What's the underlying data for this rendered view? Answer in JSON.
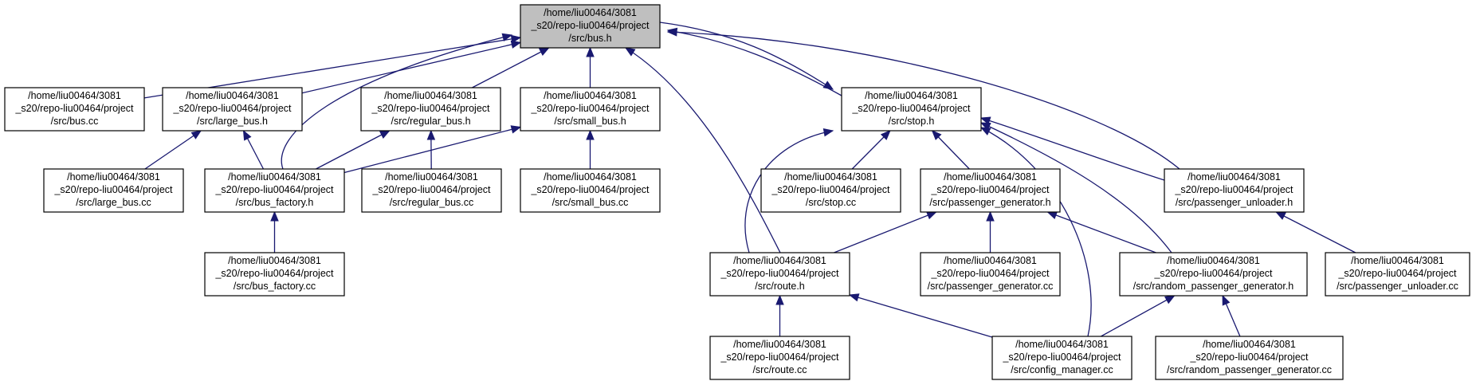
{
  "diagram": {
    "nodes": [
      {
        "id": "bus_h",
        "lines": [
          "/home/liu00464/3081",
          "_s20/repo-liu00464/project",
          "/src/bus.h"
        ],
        "focus": true
      },
      {
        "id": "bus_cc",
        "lines": [
          "/home/liu00464/3081",
          "_s20/repo-liu00464/project",
          "/src/bus.cc"
        ]
      },
      {
        "id": "large_bus_h",
        "lines": [
          "/home/liu00464/3081",
          "_s20/repo-liu00464/project",
          "/src/large_bus.h"
        ]
      },
      {
        "id": "regular_bus_h",
        "lines": [
          "/home/liu00464/3081",
          "_s20/repo-liu00464/project",
          "/src/regular_bus.h"
        ]
      },
      {
        "id": "small_bus_h",
        "lines": [
          "/home/liu00464/3081",
          "_s20/repo-liu00464/project",
          "/src/small_bus.h"
        ]
      },
      {
        "id": "stop_h",
        "lines": [
          "/home/liu00464/3081",
          "_s20/repo-liu00464/project",
          "/src/stop.h"
        ]
      },
      {
        "id": "large_bus_cc",
        "lines": [
          "/home/liu00464/3081",
          "_s20/repo-liu00464/project",
          "/src/large_bus.cc"
        ]
      },
      {
        "id": "bus_factory_h",
        "lines": [
          "/home/liu00464/3081",
          "_s20/repo-liu00464/project",
          "/src/bus_factory.h"
        ]
      },
      {
        "id": "regular_bus_cc",
        "lines": [
          "/home/liu00464/3081",
          "_s20/repo-liu00464/project",
          "/src/regular_bus.cc"
        ]
      },
      {
        "id": "small_bus_cc",
        "lines": [
          "/home/liu00464/3081",
          "_s20/repo-liu00464/project",
          "/src/small_bus.cc"
        ]
      },
      {
        "id": "stop_cc",
        "lines": [
          "/home/liu00464/3081",
          "_s20/repo-liu00464/project",
          "/src/stop.cc"
        ]
      },
      {
        "id": "passenger_generator_h",
        "lines": [
          "/home/liu00464/3081",
          "_s20/repo-liu00464/project",
          "/src/passenger_generator.h"
        ]
      },
      {
        "id": "passenger_unloader_h",
        "lines": [
          "/home/liu00464/3081",
          "_s20/repo-liu00464/project",
          "/src/passenger_unloader.h"
        ]
      },
      {
        "id": "bus_factory_cc",
        "lines": [
          "/home/liu00464/3081",
          "_s20/repo-liu00464/project",
          "/src/bus_factory.cc"
        ]
      },
      {
        "id": "route_h",
        "lines": [
          "/home/liu00464/3081",
          "_s20/repo-liu00464/project",
          "/src/route.h"
        ]
      },
      {
        "id": "passenger_generator_cc",
        "lines": [
          "/home/liu00464/3081",
          "_s20/repo-liu00464/project",
          "/src/passenger_generator.cc"
        ]
      },
      {
        "id": "random_passenger_generator_h",
        "lines": [
          "/home/liu00464/3081",
          "_s20/repo-liu00464/project",
          "/src/random_passenger_generator.h"
        ]
      },
      {
        "id": "passenger_unloader_cc",
        "lines": [
          "/home/liu00464/3081",
          "_s20/repo-liu00464/project",
          "/src/passenger_unloader.cc"
        ]
      },
      {
        "id": "route_cc",
        "lines": [
          "/home/liu00464/3081",
          "_s20/repo-liu00464/project",
          "/src/route.cc"
        ]
      },
      {
        "id": "config_manager_cc",
        "lines": [
          "/home/liu00464/3081",
          "_s20/repo-liu00464/project",
          "/src/config_manager.cc"
        ]
      },
      {
        "id": "random_passenger_generator_cc",
        "lines": [
          "/home/liu00464/3081",
          "_s20/repo-liu00464/project",
          "/src/random_passenger_generator.cc"
        ]
      }
    ],
    "edges": [
      {
        "from": "bus_cc",
        "to": "bus_h"
      },
      {
        "from": "large_bus_h",
        "to": "bus_h"
      },
      {
        "from": "bus_factory_h",
        "to": "bus_h"
      },
      {
        "from": "regular_bus_h",
        "to": "bus_h"
      },
      {
        "from": "small_bus_h",
        "to": "bus_h"
      },
      {
        "from": "stop_h",
        "to": "bus_h"
      },
      {
        "from": "bus_h",
        "to": "stop_h"
      },
      {
        "from": "passenger_unloader_h",
        "to": "bus_h"
      },
      {
        "from": "route_h",
        "to": "bus_h"
      },
      {
        "from": "large_bus_cc",
        "to": "large_bus_h"
      },
      {
        "from": "bus_factory_h",
        "to": "large_bus_h"
      },
      {
        "from": "bus_factory_h",
        "to": "regular_bus_h"
      },
      {
        "from": "regular_bus_cc",
        "to": "regular_bus_h"
      },
      {
        "from": "bus_factory_h",
        "to": "small_bus_h"
      },
      {
        "from": "small_bus_cc",
        "to": "small_bus_h"
      },
      {
        "from": "bus_factory_cc",
        "to": "bus_factory_h"
      },
      {
        "from": "stop_cc",
        "to": "stop_h"
      },
      {
        "from": "passenger_generator_h",
        "to": "stop_h"
      },
      {
        "from": "passenger_unloader_h",
        "to": "stop_h"
      },
      {
        "from": "route_h",
        "to": "stop_h"
      },
      {
        "from": "random_passenger_generator_h",
        "to": "stop_h"
      },
      {
        "from": "config_manager_cc",
        "to": "stop_h"
      },
      {
        "from": "route_h",
        "to": "passenger_generator_h"
      },
      {
        "from": "passenger_generator_cc",
        "to": "passenger_generator_h"
      },
      {
        "from": "random_passenger_generator_h",
        "to": "passenger_generator_h"
      },
      {
        "from": "passenger_unloader_cc",
        "to": "passenger_unloader_h"
      },
      {
        "from": "route_cc",
        "to": "route_h"
      },
      {
        "from": "config_manager_cc",
        "to": "route_h"
      },
      {
        "from": "config_manager_cc",
        "to": "random_passenger_generator_h"
      },
      {
        "from": "random_passenger_generator_cc",
        "to": "random_passenger_generator_h"
      }
    ]
  }
}
